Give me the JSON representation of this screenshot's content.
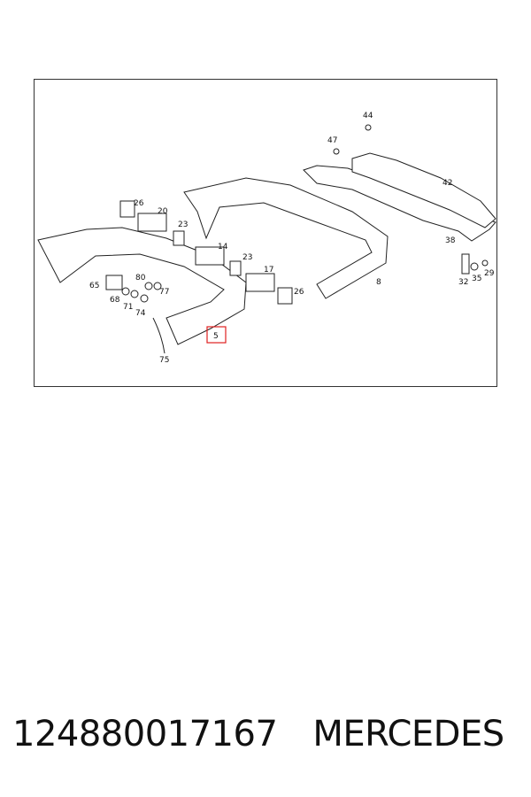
{
  "diagram": {
    "labels": [
      "44",
      "47",
      "42",
      "38",
      "32",
      "35",
      "29",
      "8",
      "26",
      "20",
      "23",
      "14",
      "23",
      "17",
      "26",
      "65",
      "68",
      "71",
      "74",
      "80",
      "77",
      "5",
      "75"
    ],
    "highlighted_label": "5"
  },
  "caption": {
    "part_number": "124880017167",
    "manufacturer": "MERCEDES"
  }
}
